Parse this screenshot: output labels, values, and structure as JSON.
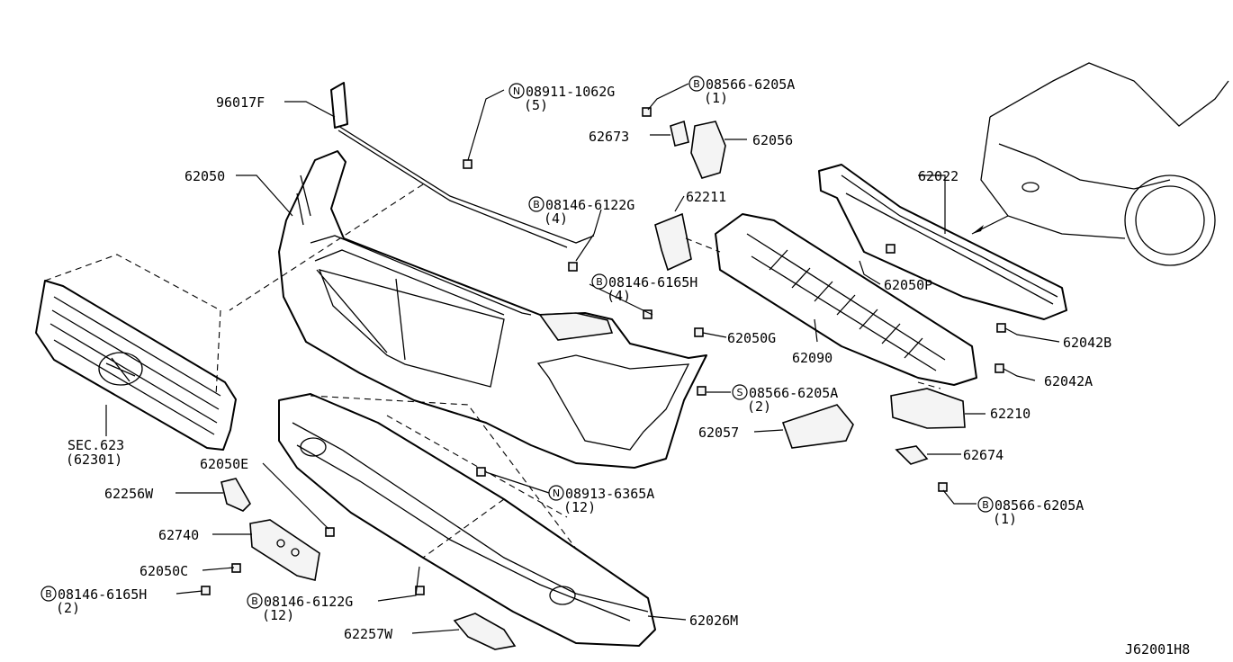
{
  "diagram_code": "J62001H8",
  "labels": {
    "p96017f": "96017F",
    "p62050": "62050",
    "p08911": "08911-1062G",
    "p08911_qty": "(5)",
    "p08566a_top": "08566-6205A",
    "p08566a_top_qty": "(1)",
    "p62673": "62673",
    "p62056": "62056",
    "p62022": "62022",
    "p62211": "62211",
    "p08146_6122g_top": "08146-6122G",
    "p08146_6122g_top_qty": "(4)",
    "p08146_6165h_top": "08146-6165H",
    "p08146_6165h_top_qty": "(4)",
    "p62050p": "62050P",
    "p62042b": "62042B",
    "p62090": "62090",
    "p62050g": "62050G",
    "p62042a": "62042A",
    "p08566_mid": "08566-6205A",
    "p08566_mid_qty": "(2)",
    "p62210": "62210",
    "p62057": "62057",
    "p62674": "62674",
    "p08566a_bot": "08566-6205A",
    "p08566a_bot_qty": "(1)",
    "sec623": "SEC.623",
    "sec623_sub": "(62301)",
    "p62050e": "62050E",
    "p08913": "08913-6365A",
    "p08913_qty": "(12)",
    "p62256w": "62256W",
    "p62740": "62740",
    "p62050c": "62050C",
    "p08146_6165h_bot": "08146-6165H",
    "p08146_6165h_bot_qty": "(2)",
    "p08146_6122g_bot": "08146-6122G",
    "p08146_6122g_bot_qty": "(12)",
    "p62026m": "62026M",
    "p62257w": "62257W"
  },
  "prefix_letters": {
    "n": "N",
    "b": "B",
    "s": "S"
  }
}
